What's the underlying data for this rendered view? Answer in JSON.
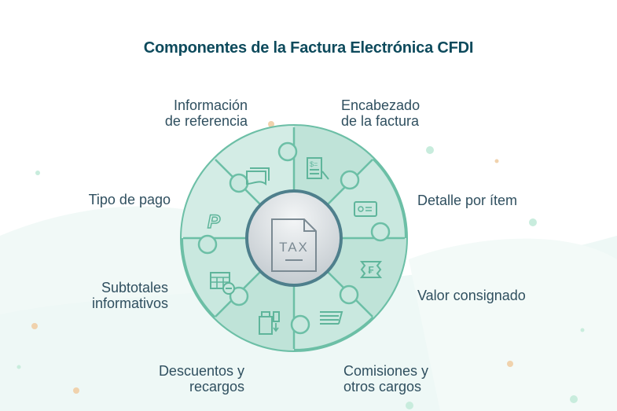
{
  "title": "Componentes de la Factura Electrónica CFDI",
  "center": {
    "label": "TAX",
    "icon": "tax-document-icon"
  },
  "colors": {
    "title": "#0d4a5c",
    "label": "#2f4f5f",
    "ring_stroke": "#6cbfa6",
    "segment_light": "#cde9e1",
    "segment_mid": "#bfe3d8",
    "center_stroke": "#4e7f8c",
    "dot_orange": "#f0d2ad",
    "dot_green": "#c8ecdd"
  },
  "segments": [
    {
      "label_line1": "Información",
      "label_line2": "de referencia",
      "icon": "documents-icon"
    },
    {
      "label_line1": "Encabezado",
      "label_line2": "de la factura",
      "icon": "invoice-hand-icon"
    },
    {
      "label_line1": "Detalle por ítem",
      "label_line2": "",
      "icon": "id-card-icon"
    },
    {
      "label_line1": "Valor consignado",
      "label_line2": "",
      "icon": "currency-ticket-icon"
    },
    {
      "label_line1": "Comisiones y",
      "label_line2": "otros cargos",
      "icon": "money-stack-icon"
    },
    {
      "label_line1": "Descuentos y",
      "label_line2": "recargos",
      "icon": "pos-terminal-icon"
    },
    {
      "label_line1": "Subtotales",
      "label_line2": "informativos",
      "icon": "table-minus-icon"
    },
    {
      "label_line1": "Tipo de pago",
      "label_line2": "",
      "icon": "paypal-icon"
    }
  ]
}
